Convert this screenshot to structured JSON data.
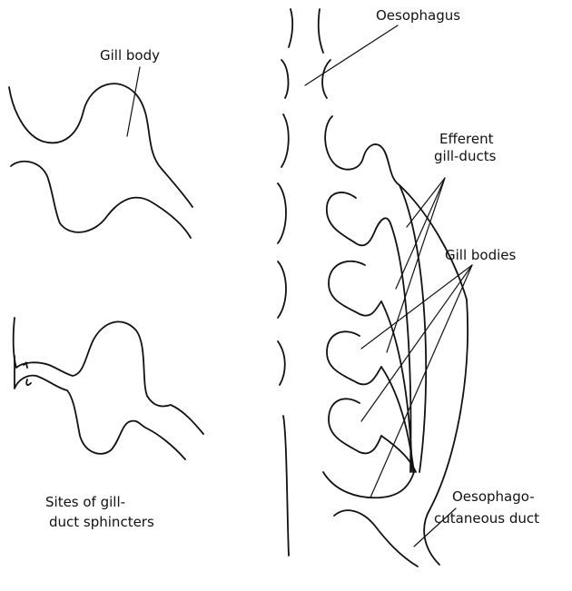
{
  "labels": {
    "gill_body": "Gill body",
    "oesophagus": "Oesophagus",
    "efferent_line1": "Efferent",
    "efferent_line2": "gill-ducts",
    "gill_bodies": "Gill bodies",
    "sites_line1": "Sites of gill-",
    "sites_line2": "duct sphincters",
    "oc_line1": "Oesophago-",
    "oc_line2": "cutaneous duct"
  }
}
